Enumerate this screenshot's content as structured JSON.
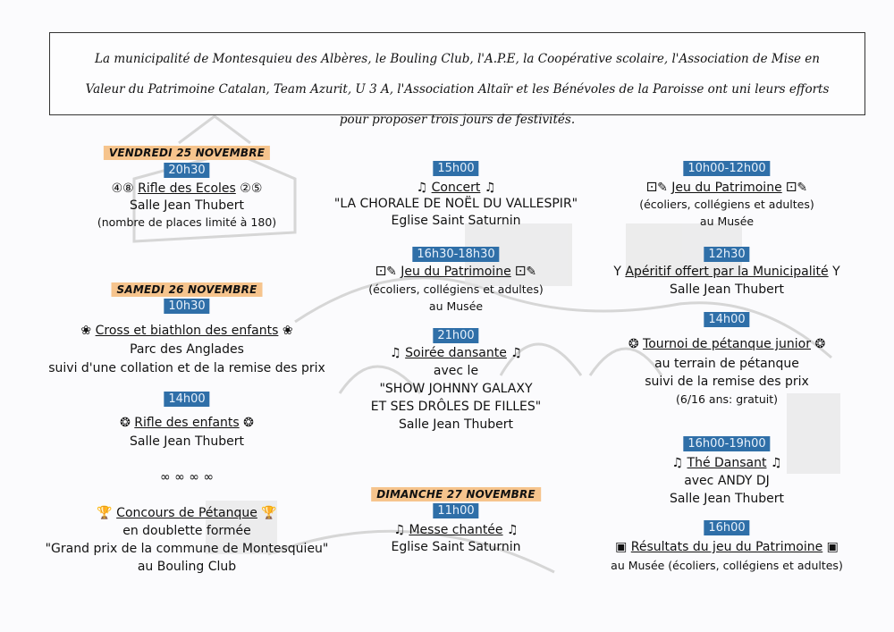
{
  "intro": {
    "text": "La municipalité de Montesquieu des Albères, le Bouling Club, l'A.P.E, la Coopérative scolaire, l'Association de Mise en Valeur du Patrimoine Catalan, Team Azurit, U 3 A, l'Association Altaïr et les Bénévoles de la Paroisse ont uni leurs efforts pour proposer trois jours de festivités."
  },
  "left": {
    "day1": "VENDREDI 25 NOVEMBRE",
    "t1": "20h30",
    "e1_title": "Rifle des Ecoles",
    "e1_place": "Salle Jean Thubert",
    "e1_note": "(nombre de places limité à 180)",
    "day2": "SAMEDI 26 NOVEMBRE",
    "t2": "10h30",
    "e2_title": "Cross et biathlon des enfants",
    "e2_place": "Parc des Anglades",
    "e2_note": "suivi d'une collation et de la remise des prix",
    "t3": "14h00",
    "e3_title": "Rifle des enfants",
    "e3_place": "Salle Jean Thubert",
    "sep": "∞ ∞ ∞ ∞",
    "e4_title": "Concours de Pétanque",
    "e4_l2": "en doublette formée",
    "e4_l3": "\"Grand prix de la commune de Montesquieu\"",
    "e4_l4": "au Bouling Club"
  },
  "middle": {
    "t1": "15h00",
    "e1_title": "Concert",
    "e1_l2": "\"LA CHORALE DE NOËL DU VALLESPIR\"",
    "e1_l3": "Eglise Saint Saturnin",
    "t2": "16h30-18h30",
    "e2_title": "Jeu du Patrimoine",
    "e2_l2": "(écoliers, collégiens et adultes)",
    "e2_l3": "au Musée",
    "t3": "21h00",
    "e3_title": "Soirée dansante",
    "e3_l2": "avec le",
    "e3_l3": "\"SHOW JOHNNY GALAXY",
    "e3_l4": "ET SES DRÔLES DE FILLES\"",
    "e3_l5": "Salle Jean Thubert",
    "day3": "DIMANCHE 27 NOVEMBRE",
    "t4": "11h00",
    "e4_title": "Messe chantée",
    "e4_l2": "Eglise Saint Saturnin"
  },
  "right": {
    "t1": "10h00-12h00",
    "e1_title": "Jeu du Patrimoine",
    "e1_l2": "(écoliers, collégiens et adultes)",
    "e1_l3": "au Musée",
    "t2": "12h30",
    "e2_title": "Apéritif offert par la Municipalité",
    "e2_l2": "Salle Jean Thubert",
    "t3": "14h00",
    "e3_title": "Tournoi de pétanque junior",
    "e3_l2": "au terrain de pétanque",
    "e3_l3": "suivi de la remise des prix",
    "e3_l4": "(6/16 ans: gratuit)",
    "t4": "16h00-19h00",
    "e4_title": "Thé Dansant",
    "e4_l2": "avec ANDY DJ",
    "e4_l3": "Salle Jean Thubert",
    "t5": "16h00",
    "e5_title": "Résultats du jeu du Patrimoine",
    "e5_l2": "au Musée (écoliers, collégiens et adultes)"
  },
  "icons": {
    "lotto": "④⑧",
    "lotto2": "②⑤",
    "music": "♫",
    "dice": "⚀",
    "pen": "✎",
    "glass": "Y",
    "trophy": "🏆",
    "runner": "❀",
    "ball": "❂",
    "chest": "▣"
  },
  "colors": {
    "day_bg": "#f6c48d",
    "time_bg": "#2f6fa8",
    "border": "#333333"
  }
}
